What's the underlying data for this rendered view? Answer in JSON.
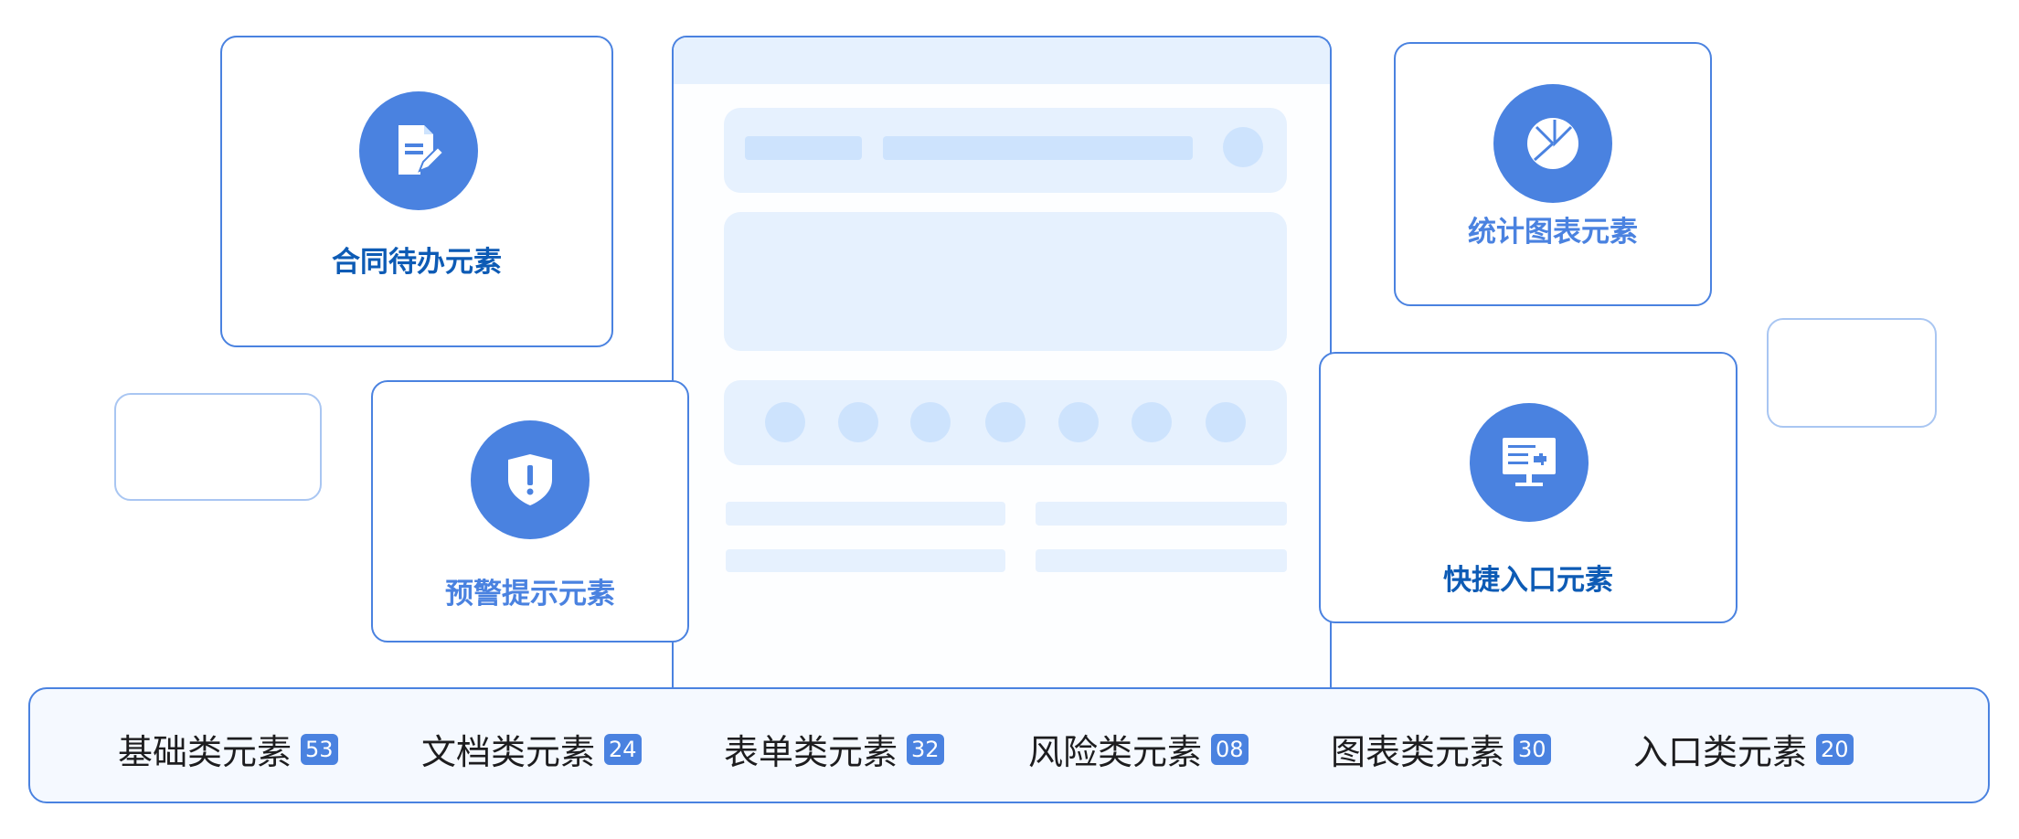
{
  "cards": {
    "contract": {
      "label": "合同待办元素",
      "icon": "document-edit-icon"
    },
    "warning": {
      "label": "预警提示元素",
      "icon": "shield-alert-icon"
    },
    "chart": {
      "label": "统计图表元素",
      "icon": "pie-chart-icon"
    },
    "shortcut": {
      "label": "快捷入口元素",
      "icon": "monitor-puzzle-icon"
    }
  },
  "categories": [
    {
      "label": "基础类元素",
      "count": "53"
    },
    {
      "label": "文档类元素",
      "count": "24"
    },
    {
      "label": "表单类元素",
      "count": "32"
    },
    {
      "label": "风险类元素",
      "count": "08"
    },
    {
      "label": "图表类元素",
      "count": "30"
    },
    {
      "label": "入口类元素",
      "count": "20"
    }
  ],
  "colors": {
    "accent": "#4a82e0",
    "dark_text": "#0d5bb5",
    "light_fill": "#e6f1fe",
    "bar_fill": "#cde3fd"
  }
}
